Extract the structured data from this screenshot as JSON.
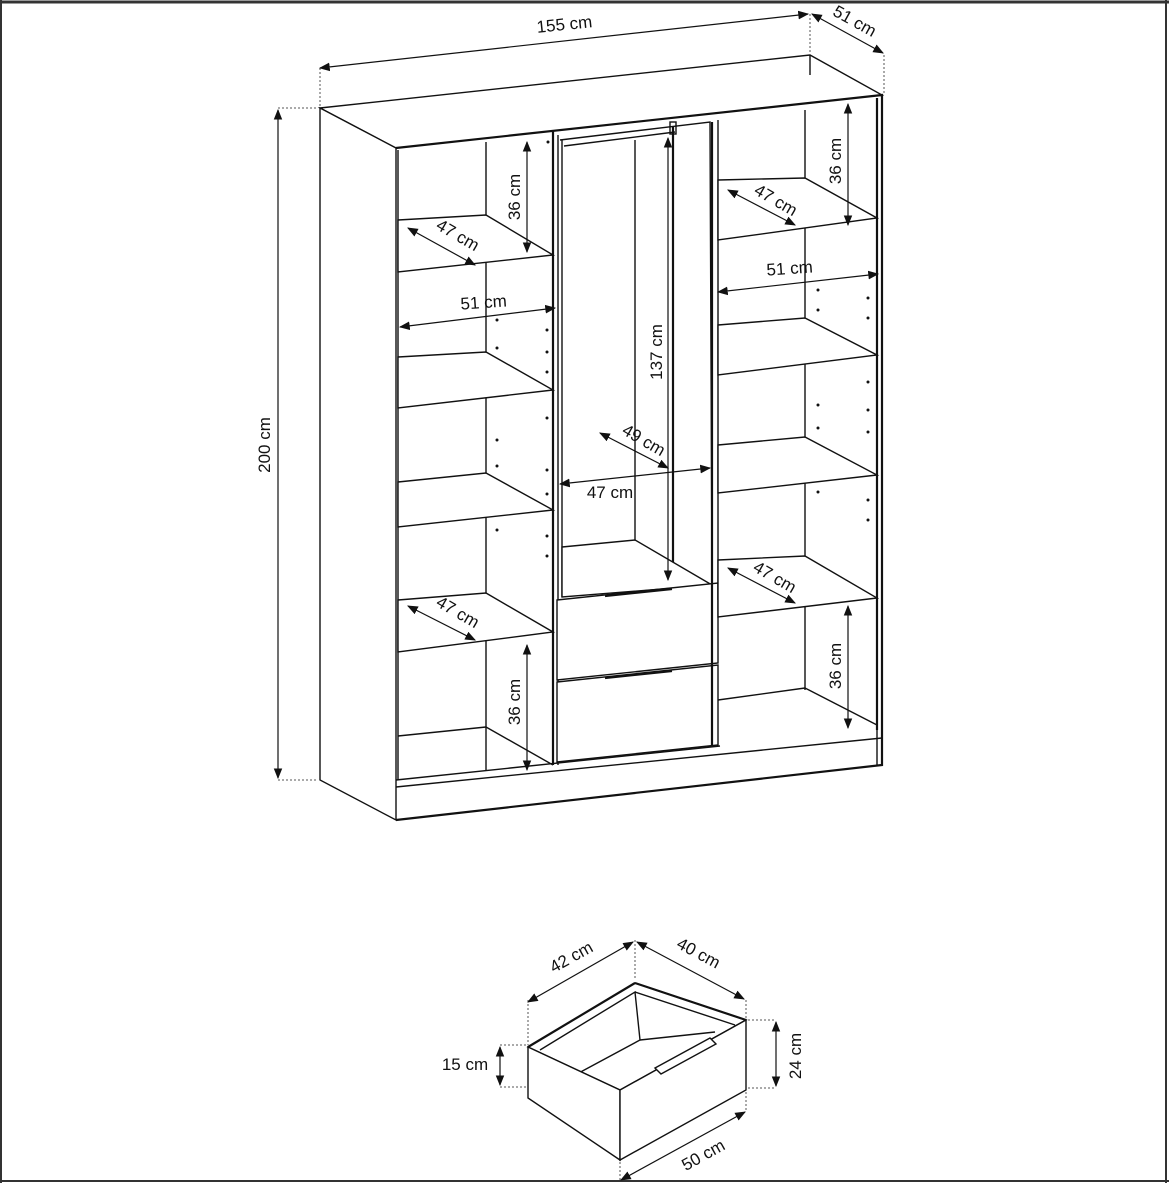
{
  "wardrobe": {
    "width": "155 cm",
    "depth": "51 cm",
    "height": "200 cm",
    "left_top_compartment_height": "36 cm",
    "left_top_shelf_depth": "47 cm",
    "left_inner_width": "51 cm",
    "left_bottom_shelf_depth": "47 cm",
    "left_bottom_compartment_height": "36 cm",
    "middle_hanging_height": "137 cm",
    "middle_depth": "49 cm",
    "middle_width": "47 cm",
    "right_top_compartment_height": "36 cm",
    "right_top_shelf_depth": "47 cm",
    "right_inner_width": "51 cm",
    "right_bottom_shelf_depth": "47 cm",
    "right_bottom_compartment_height": "36 cm"
  },
  "drawer": {
    "inner_depth": "42 cm",
    "inner_width": "40 cm",
    "side_height": "15 cm",
    "front_height": "24 cm",
    "front_width": "50 cm"
  }
}
